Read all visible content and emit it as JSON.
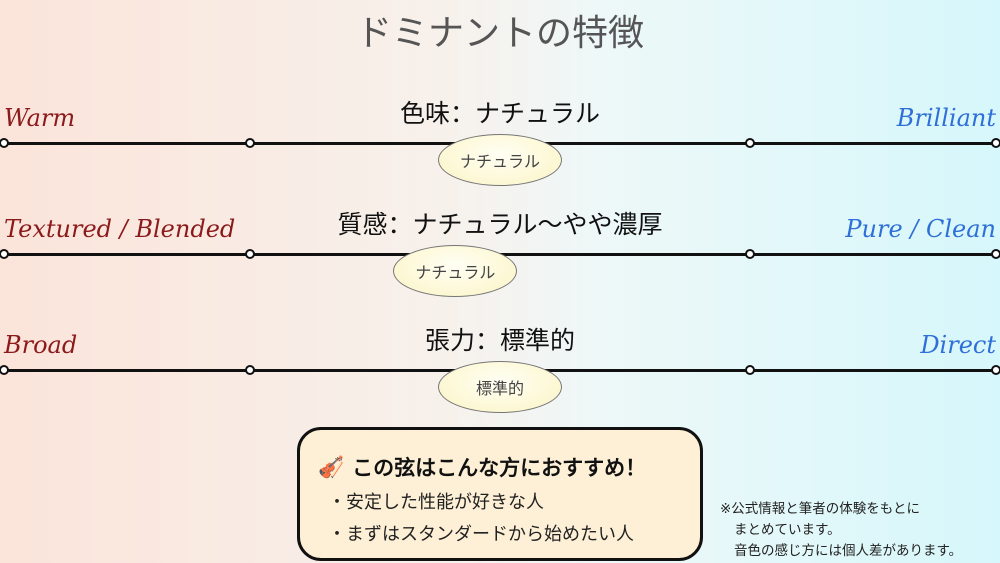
{
  "title": "ドミナントの特徴",
  "rows": [
    {
      "title": "色味：ナチュラル",
      "left": "Warm",
      "right": "Brilliant",
      "marker": "ナチュラル",
      "position": 0.5
    },
    {
      "title": "質感：ナチュラル〜やや濃厚",
      "left": "Textured / Blended",
      "right": "Pure / Clean",
      "marker": "ナチュラル",
      "position": 0.455
    },
    {
      "title": "張力：標準的",
      "left": "Broad",
      "right": "Direct",
      "marker": "標準的",
      "position": 0.5
    }
  ],
  "recommend": {
    "icon": "violin-icon",
    "heading": "この弦はこんな方におすすめ！",
    "items": [
      "・安定した性能が好きな人",
      "・まずはスタンダードから始めたい人"
    ]
  },
  "note": [
    "※公式情報と筆者の体験をもとに",
    "まとめています。",
    "音色の感じ方には個人差があります。"
  ]
}
